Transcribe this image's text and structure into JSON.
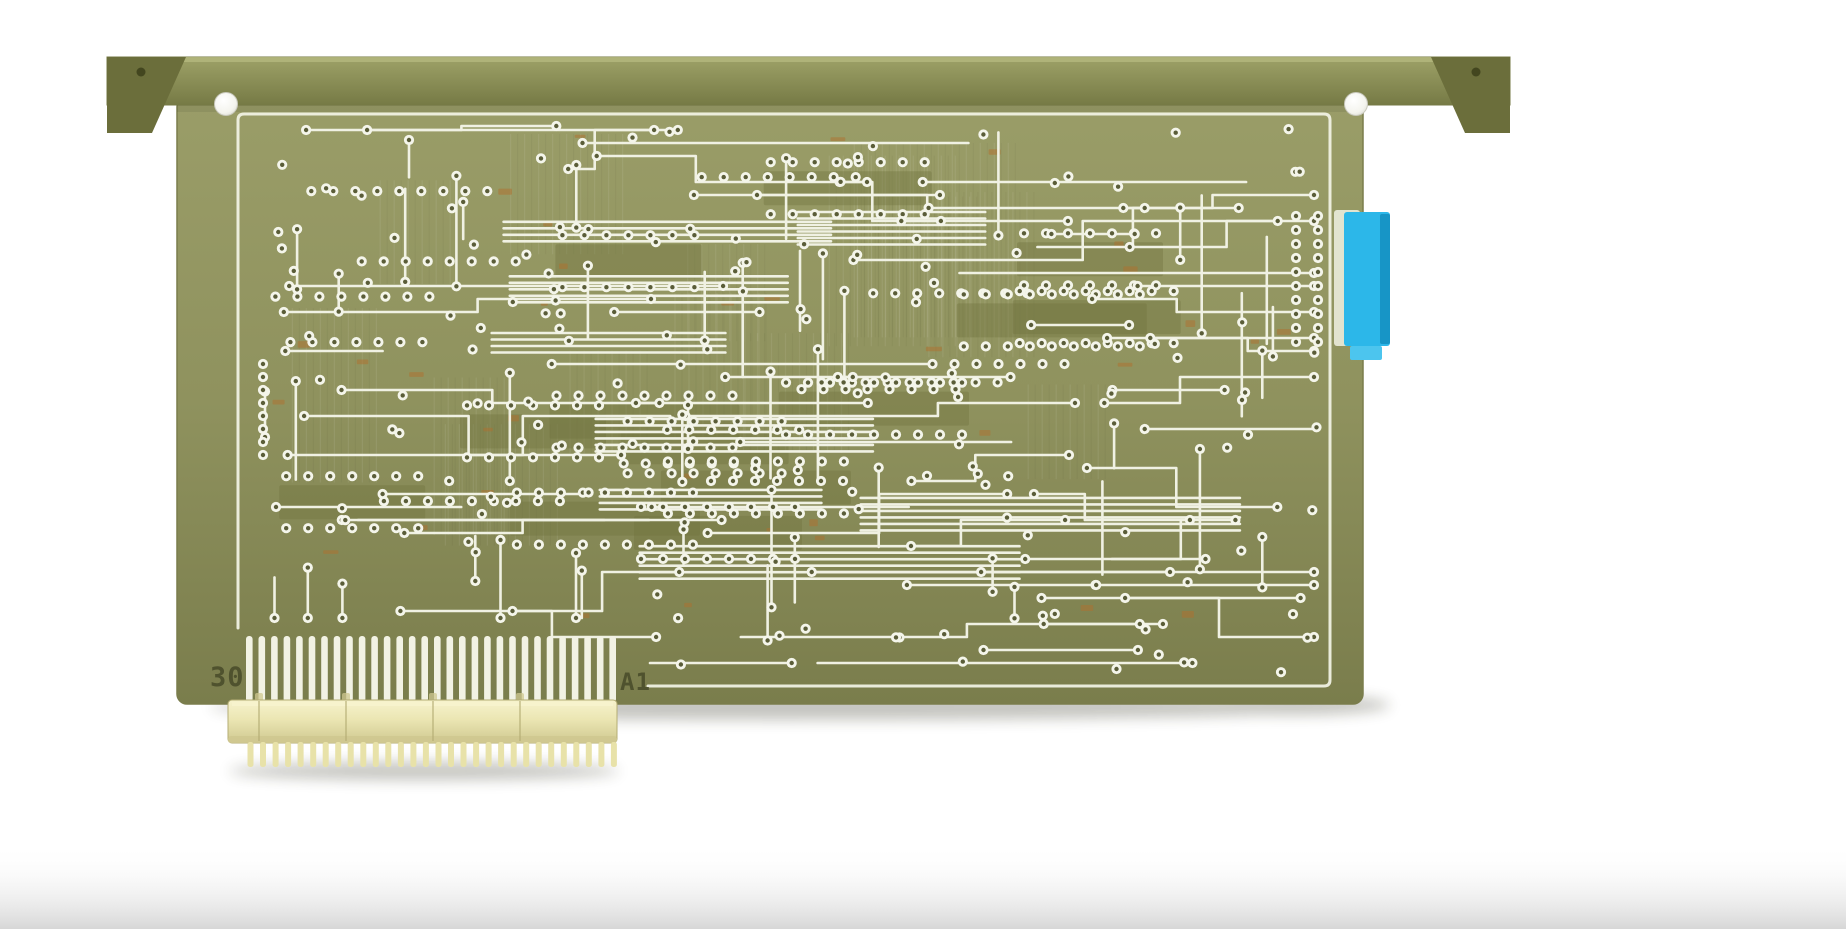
{
  "scene": {
    "description": "Photorealistic render of a vintage olive-green printed circuit board (solder side) with white copper traces and pads, a metal mounting rail with corner brackets and rivets, a cream card-edge connector at bottom left, and a blue component on the right edge",
    "background": "#ffffff"
  },
  "board": {
    "labels": {
      "pin30": "30",
      "pinA1": "A1"
    }
  },
  "colors": {
    "board_light": "#9a9d68",
    "board_base": "#8f925e",
    "board_dark": "#7a7d4c",
    "rail_top": "#9ea268",
    "rail_light": "#b3b67c",
    "rail_dark": "#767a45",
    "bracket": "#6b6e3b",
    "bracket_hole": "#43461f",
    "trace": "#f0f1e3",
    "pad_ring": "#f4f5ea",
    "pad_hole": "#5a5d38",
    "silk_dark": "#70733f",
    "copper_fleck": "#b06f2e",
    "connector_light": "#f7f3cd",
    "connector_body": "#ebe6b3",
    "connector_dark": "#cfc890",
    "connector_seam": "#b4ad74",
    "finger": "#f2f2e4",
    "tail": "#e8e2a9",
    "blue_component": "#2cb7e9",
    "blue_component_dark": "#1795c6",
    "blue_component_light": "#4cc5ee",
    "label_text": "#4c4f2c",
    "rivet_edge": "#d9d9cf",
    "floor_shade": "#d0d0d0",
    "shadow": "#2e2e1f"
  },
  "pcb": {
    "seed": 1337,
    "finger_count": 30,
    "ic_clusters": 26,
    "scatter_pads": 130
  }
}
